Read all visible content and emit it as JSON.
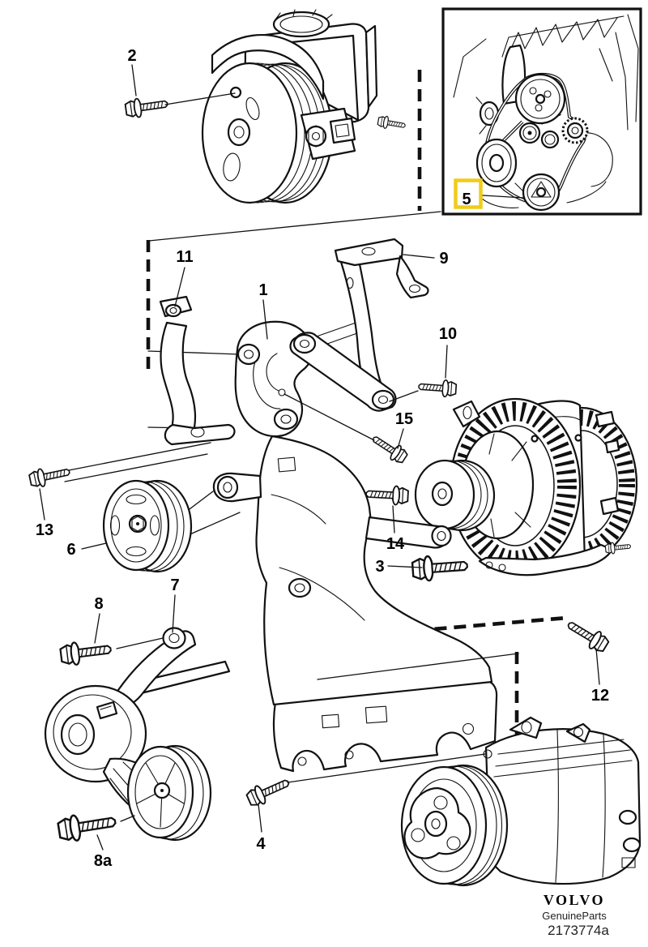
{
  "callouts": {
    "c1": {
      "label": "1"
    },
    "c2": {
      "label": "2"
    },
    "c3": {
      "label": "3"
    },
    "c4": {
      "label": "4"
    },
    "c5": {
      "label": "5"
    },
    "c6": {
      "label": "6"
    },
    "c7": {
      "label": "7"
    },
    "c8": {
      "label": "8"
    },
    "c8a": {
      "label": "8a"
    },
    "c9": {
      "label": "9"
    },
    "c10": {
      "label": "10"
    },
    "c11": {
      "label": "11"
    },
    "c12": {
      "label": "12"
    },
    "c13": {
      "label": "13"
    },
    "c14": {
      "label": "14"
    },
    "c15": {
      "label": "15"
    }
  },
  "inset": {
    "highlight_label": "5"
  },
  "footer": {
    "brand": "VOLVO",
    "subtitle": "GenuineParts",
    "part_number": "2173774a"
  },
  "colors": {
    "highlight_box": "#F0CC1A",
    "line": "#111111",
    "background": "#FFFFFF"
  }
}
